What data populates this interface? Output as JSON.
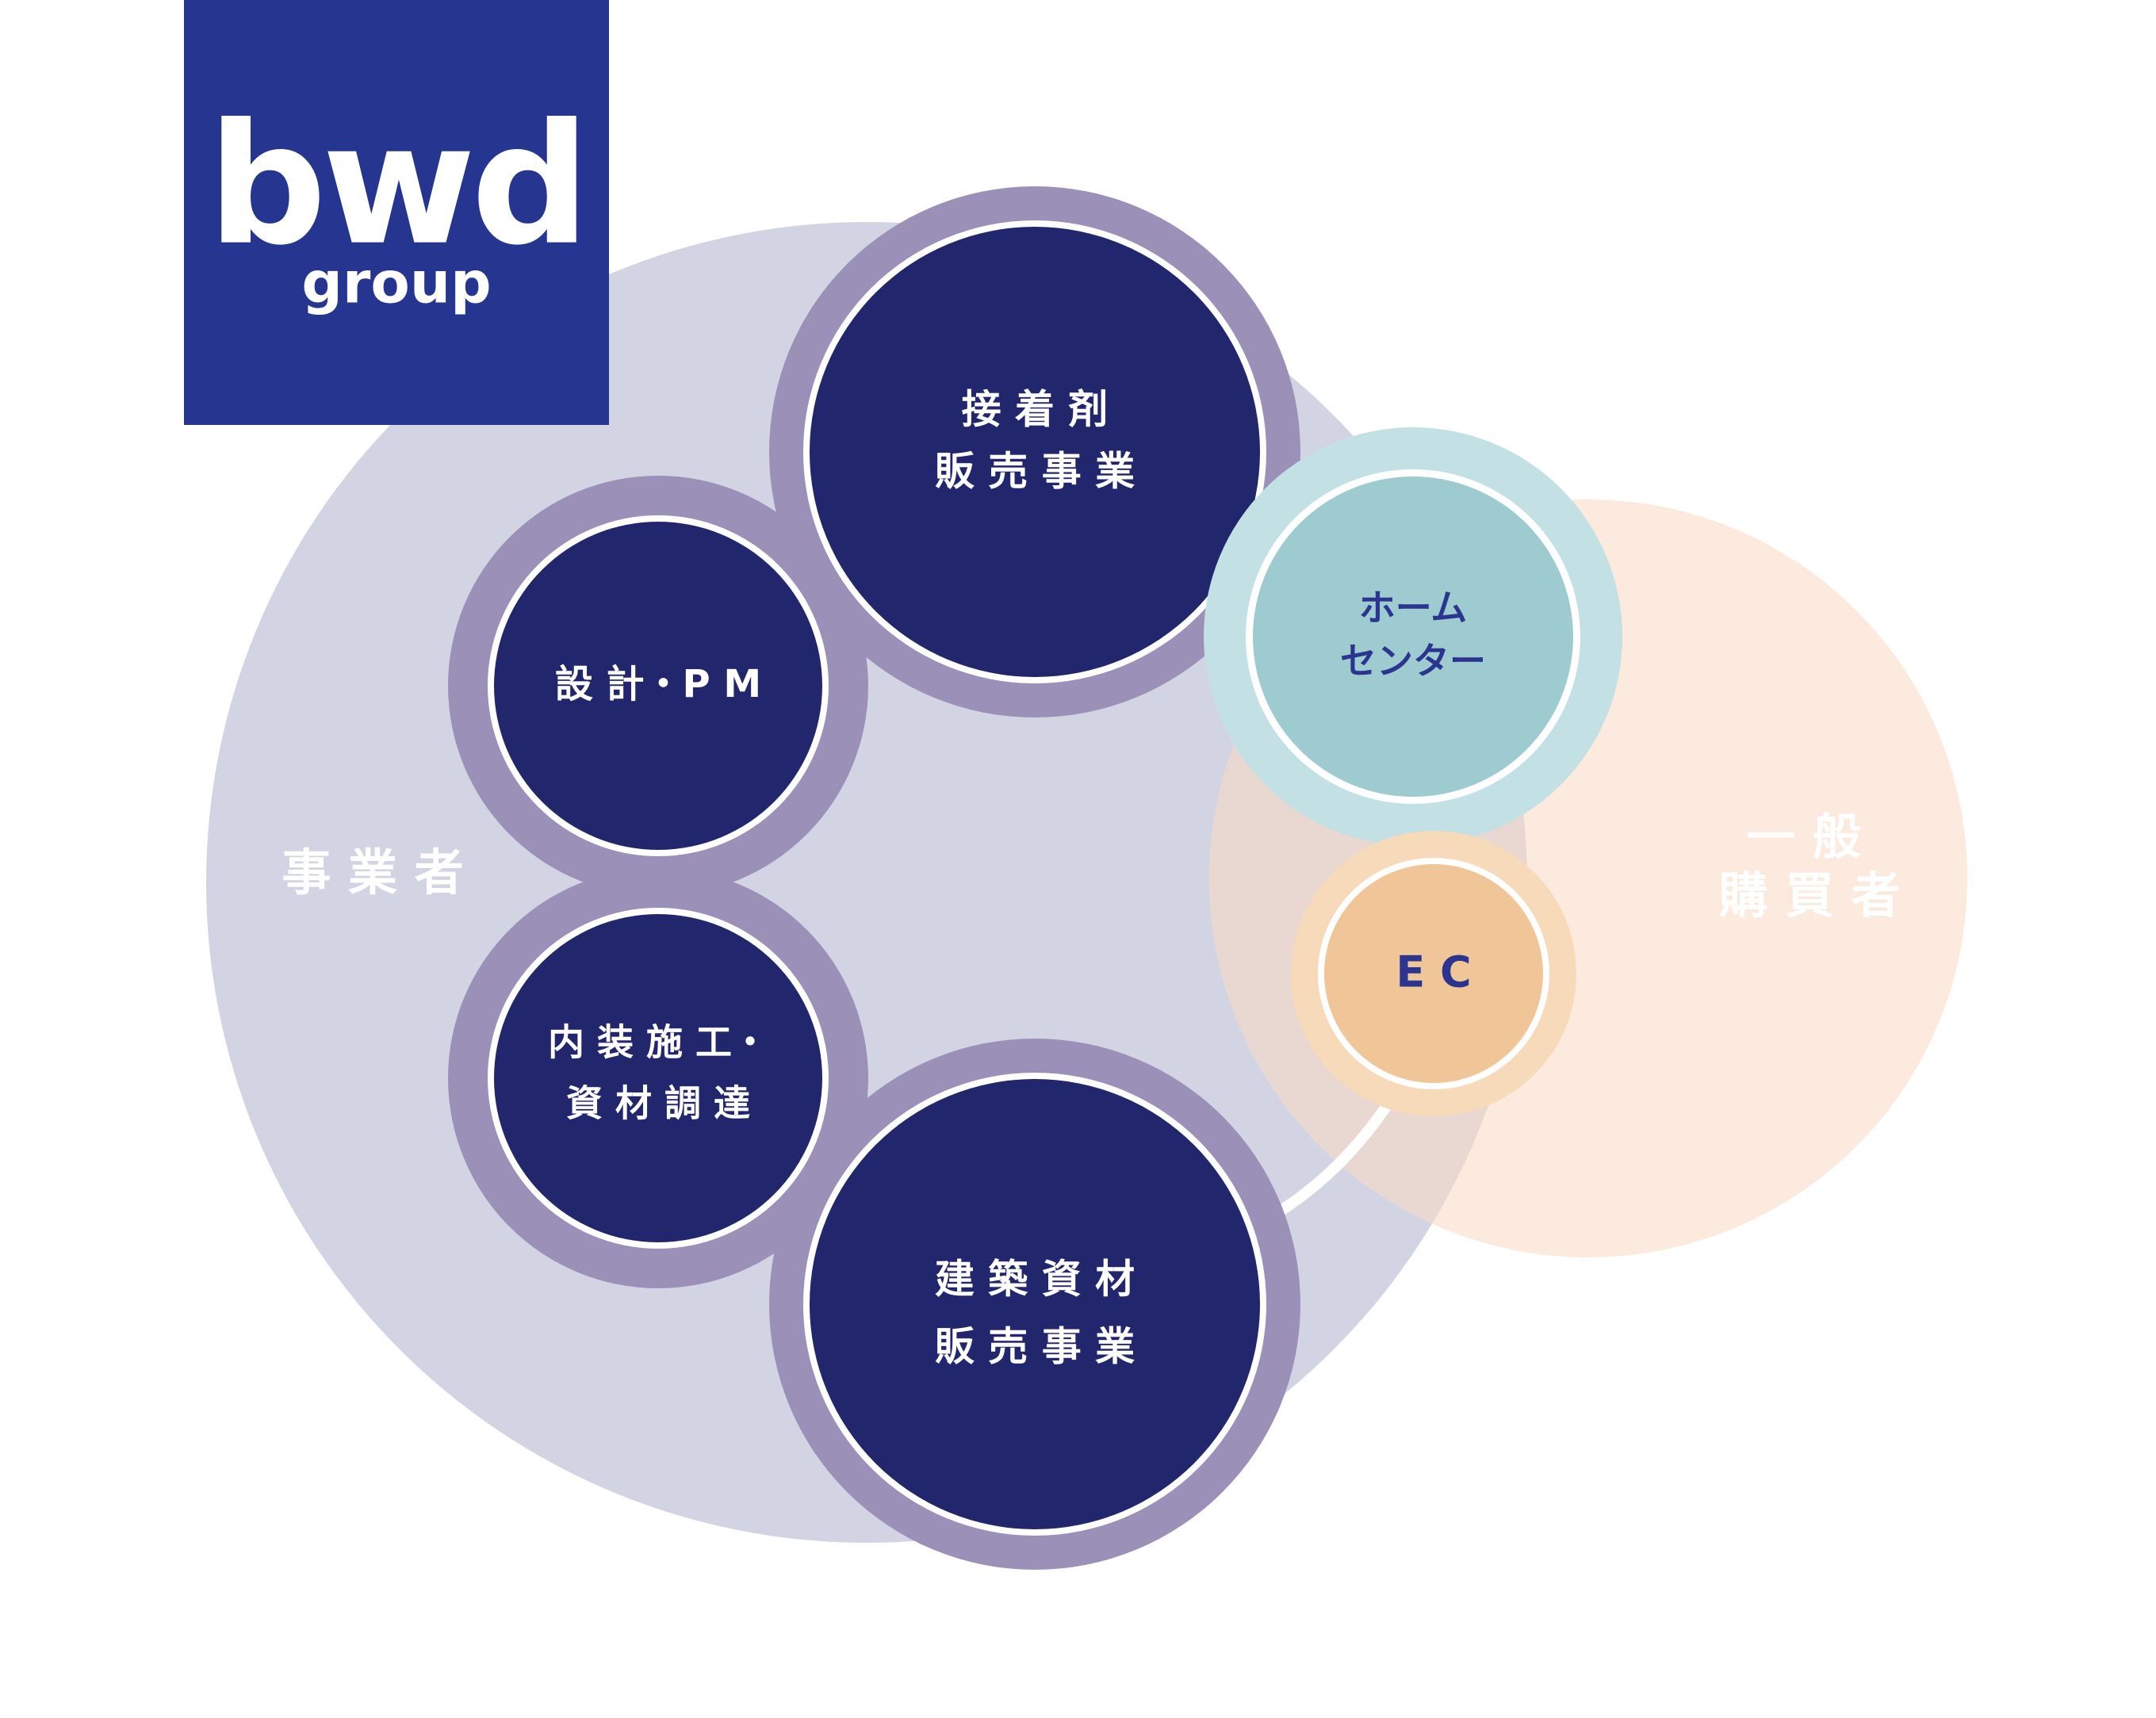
{
  "logo": {
    "brand": "bwd",
    "sub": "group",
    "bg_color": "#26358f",
    "text_color": "#ffffff"
  },
  "groups": {
    "business": {
      "label": "事 業 者",
      "color": "#d3d4e3"
    },
    "consumer": {
      "line1": "一 般",
      "line2": "購 買 者",
      "color": "#fbeadd"
    }
  },
  "nodes": {
    "adhesive": {
      "line1": "接 着 剤",
      "line2": "販 売 事 業"
    },
    "design": {
      "line1": "設 計・P M"
    },
    "interior": {
      "line1": "内 装 施 工・",
      "line2": "資 材 調 達"
    },
    "building": {
      "line1": "建 築 資 材",
      "line2": "販 売 事 業"
    },
    "homecenter": {
      "line1": "ホーム",
      "line2": "センター"
    },
    "ec": {
      "line1": "E C"
    }
  },
  "colors": {
    "node_fill": "#22266d",
    "node_ring": "#9b90b8",
    "homecenter_fill": "#9ecbd0",
    "homecenter_ring": "#c3e0e4",
    "ec_fill": "#f0c598",
    "ec_ring": "#f6dab9",
    "dark_text": "#2b3590",
    "white": "#ffffff"
  }
}
